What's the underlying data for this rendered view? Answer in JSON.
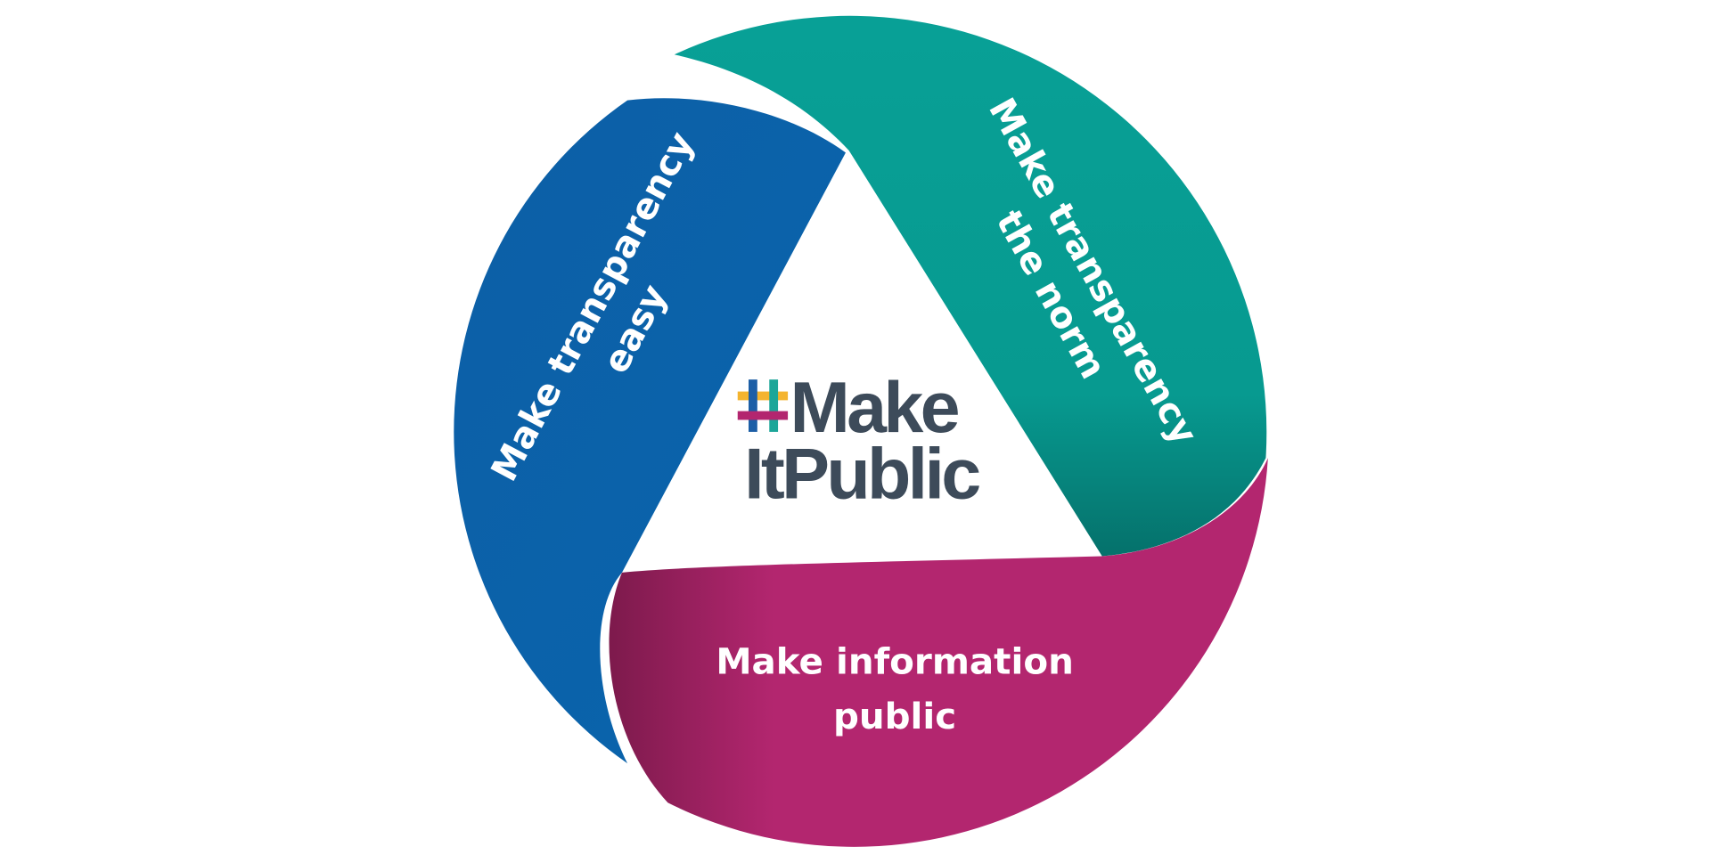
{
  "segments": {
    "easy": {
      "line1": "Make transparency",
      "line2": "easy",
      "color": "#0a5fa8"
    },
    "norm": {
      "line1": "Make transparency",
      "line2": "the norm",
      "color": "#079a90"
    },
    "public": {
      "line1": "Make information",
      "line2": "public",
      "color": "#b3266f"
    }
  },
  "logo": {
    "line1": "Make",
    "line2": "ItPublic",
    "hash_colors": [
      "#f4b42f",
      "#1c5ea6",
      "#1ca699",
      "#b3266f"
    ]
  }
}
